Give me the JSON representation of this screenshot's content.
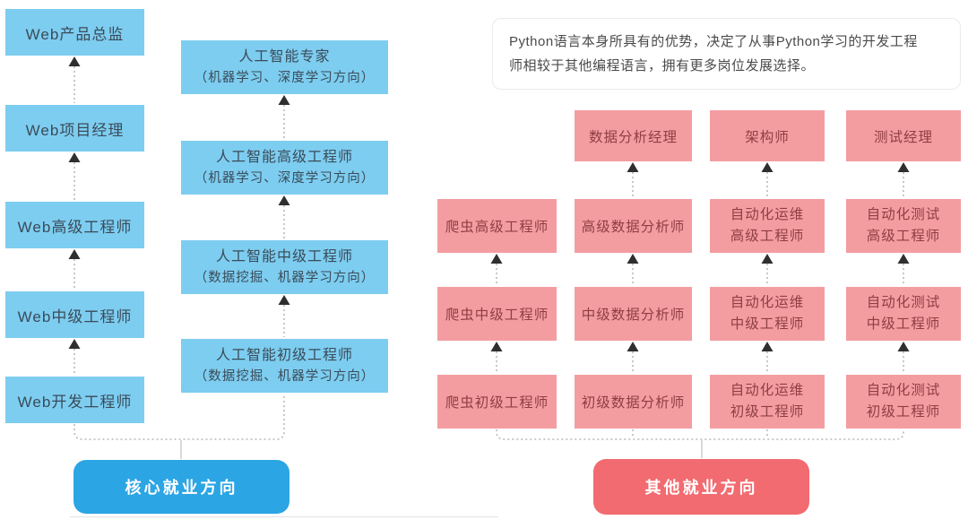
{
  "colors": {
    "blue_node_bg": "#7DCDF0",
    "blue_node_text": "#3A4B59",
    "blue_button_bg": "#2BA5E4",
    "pink_node_bg": "#F49DA1",
    "pink_node_text": "#8E3E43",
    "pink_button_bg": "#F26B70",
    "arrowhead": "#2F2F2F",
    "dotted_line": "#B9B9B9",
    "note_text": "#4A4A4A"
  },
  "core_section": {
    "button_label": "核心就业方向",
    "web_track": [
      "Web产品总监",
      "Web项目经理",
      "Web高级工程师",
      "Web中级工程师",
      "Web开发工程师"
    ],
    "ai_track": [
      {
        "title": "人工智能专家",
        "subtitle": "（机器学习、深度学习方向）"
      },
      {
        "title": "人工智能高级工程师",
        "subtitle": "（机器学习、深度学习方向）"
      },
      {
        "title": "人工智能中级工程师",
        "subtitle": "（数据挖掘、机器学习方向）"
      },
      {
        "title": "人工智能初级工程师",
        "subtitle": "（数据挖掘、机器学习方向）"
      }
    ]
  },
  "other_section": {
    "note": {
      "line1": "Python语言本身所具有的优势，决定了从事Python学习的开发工程",
      "line2": "师相较于其他编程语言，拥有更多岗位发展选择。"
    },
    "button_label": "其他就业方向",
    "tracks": [
      {
        "levels": [
          "爬虫高级工程师",
          "爬虫中级工程师",
          "爬虫初级工程师"
        ]
      },
      {
        "top": "数据分析经理",
        "levels": [
          "高级数据分析师",
          "中级数据分析师",
          "初级数据分析师"
        ]
      },
      {
        "top": "架构师",
        "levels": [
          {
            "line1": "自动化运维",
            "line2": "高级工程师"
          },
          {
            "line1": "自动化运维",
            "line2": "中级工程师"
          },
          {
            "line1": "自动化运维",
            "line2": "初级工程师"
          }
        ]
      },
      {
        "top": "测试经理",
        "levels": [
          {
            "line1": "自动化测试",
            "line2": "高级工程师"
          },
          {
            "line1": "自动化测试",
            "line2": "中级工程师"
          },
          {
            "line1": "自动化测试",
            "line2": "初级工程师"
          }
        ]
      }
    ]
  }
}
